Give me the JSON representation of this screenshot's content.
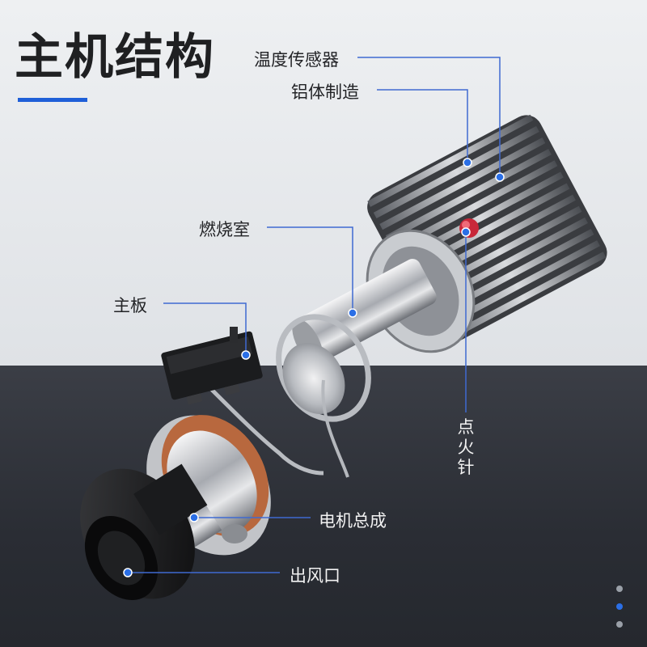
{
  "title": "主机结构",
  "labels": {
    "temp_sensor": "温度传感器",
    "aluminum": "铝体制造",
    "combustion": "燃烧室",
    "mainboard": "主板",
    "ignition": "点火针",
    "motor": "电机总成",
    "outlet": "出风口"
  },
  "colors": {
    "accent": "#1f5fd8",
    "dot_active": "#2b6fe6",
    "dot_inactive": "#9aa0a8"
  },
  "pager": {
    "count": 3,
    "active_index": 1
  }
}
